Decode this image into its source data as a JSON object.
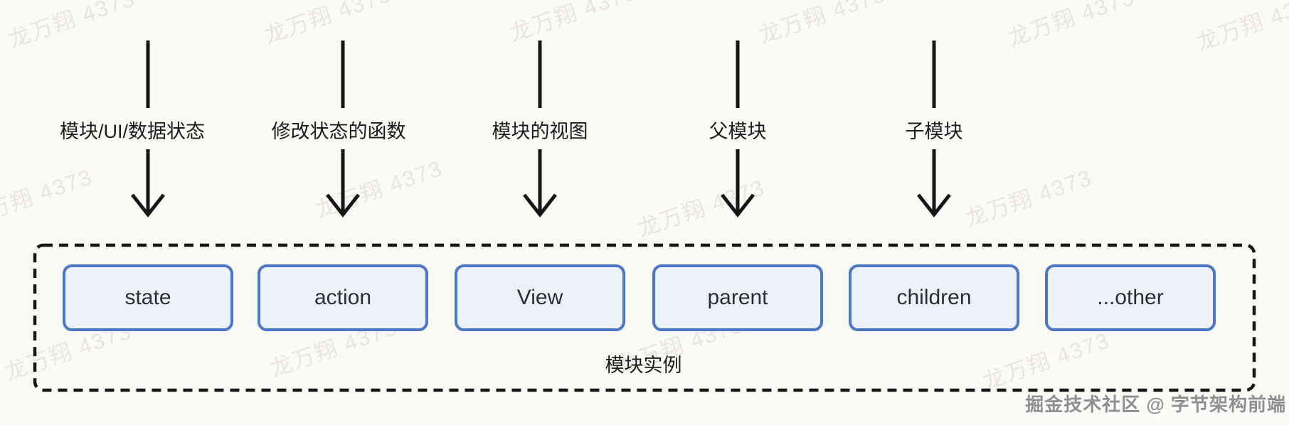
{
  "diagram": {
    "arrows": [
      {
        "label": "模块/UI/数据状态"
      },
      {
        "label": "修改状态的函数"
      },
      {
        "label": "模块的视图"
      },
      {
        "label": "父模块"
      },
      {
        "label": "子模块"
      }
    ],
    "boxes": [
      {
        "label": "state"
      },
      {
        "label": "action"
      },
      {
        "label": "View"
      },
      {
        "label": "parent"
      },
      {
        "label": "children"
      },
      {
        "label": "...other"
      }
    ],
    "container_label": "模块实例"
  },
  "watermark": {
    "text": "龙万翔 4373"
  },
  "credit": {
    "text": "掘金技术社区 @ 字节架构前端"
  },
  "colors": {
    "background": "#fbfaf7",
    "line": "#161616",
    "box_border": "#4c76c6",
    "box_fill": "#edf1f9",
    "watermark": "#e9e6e1",
    "credit_text": "#8f8f8f"
  }
}
